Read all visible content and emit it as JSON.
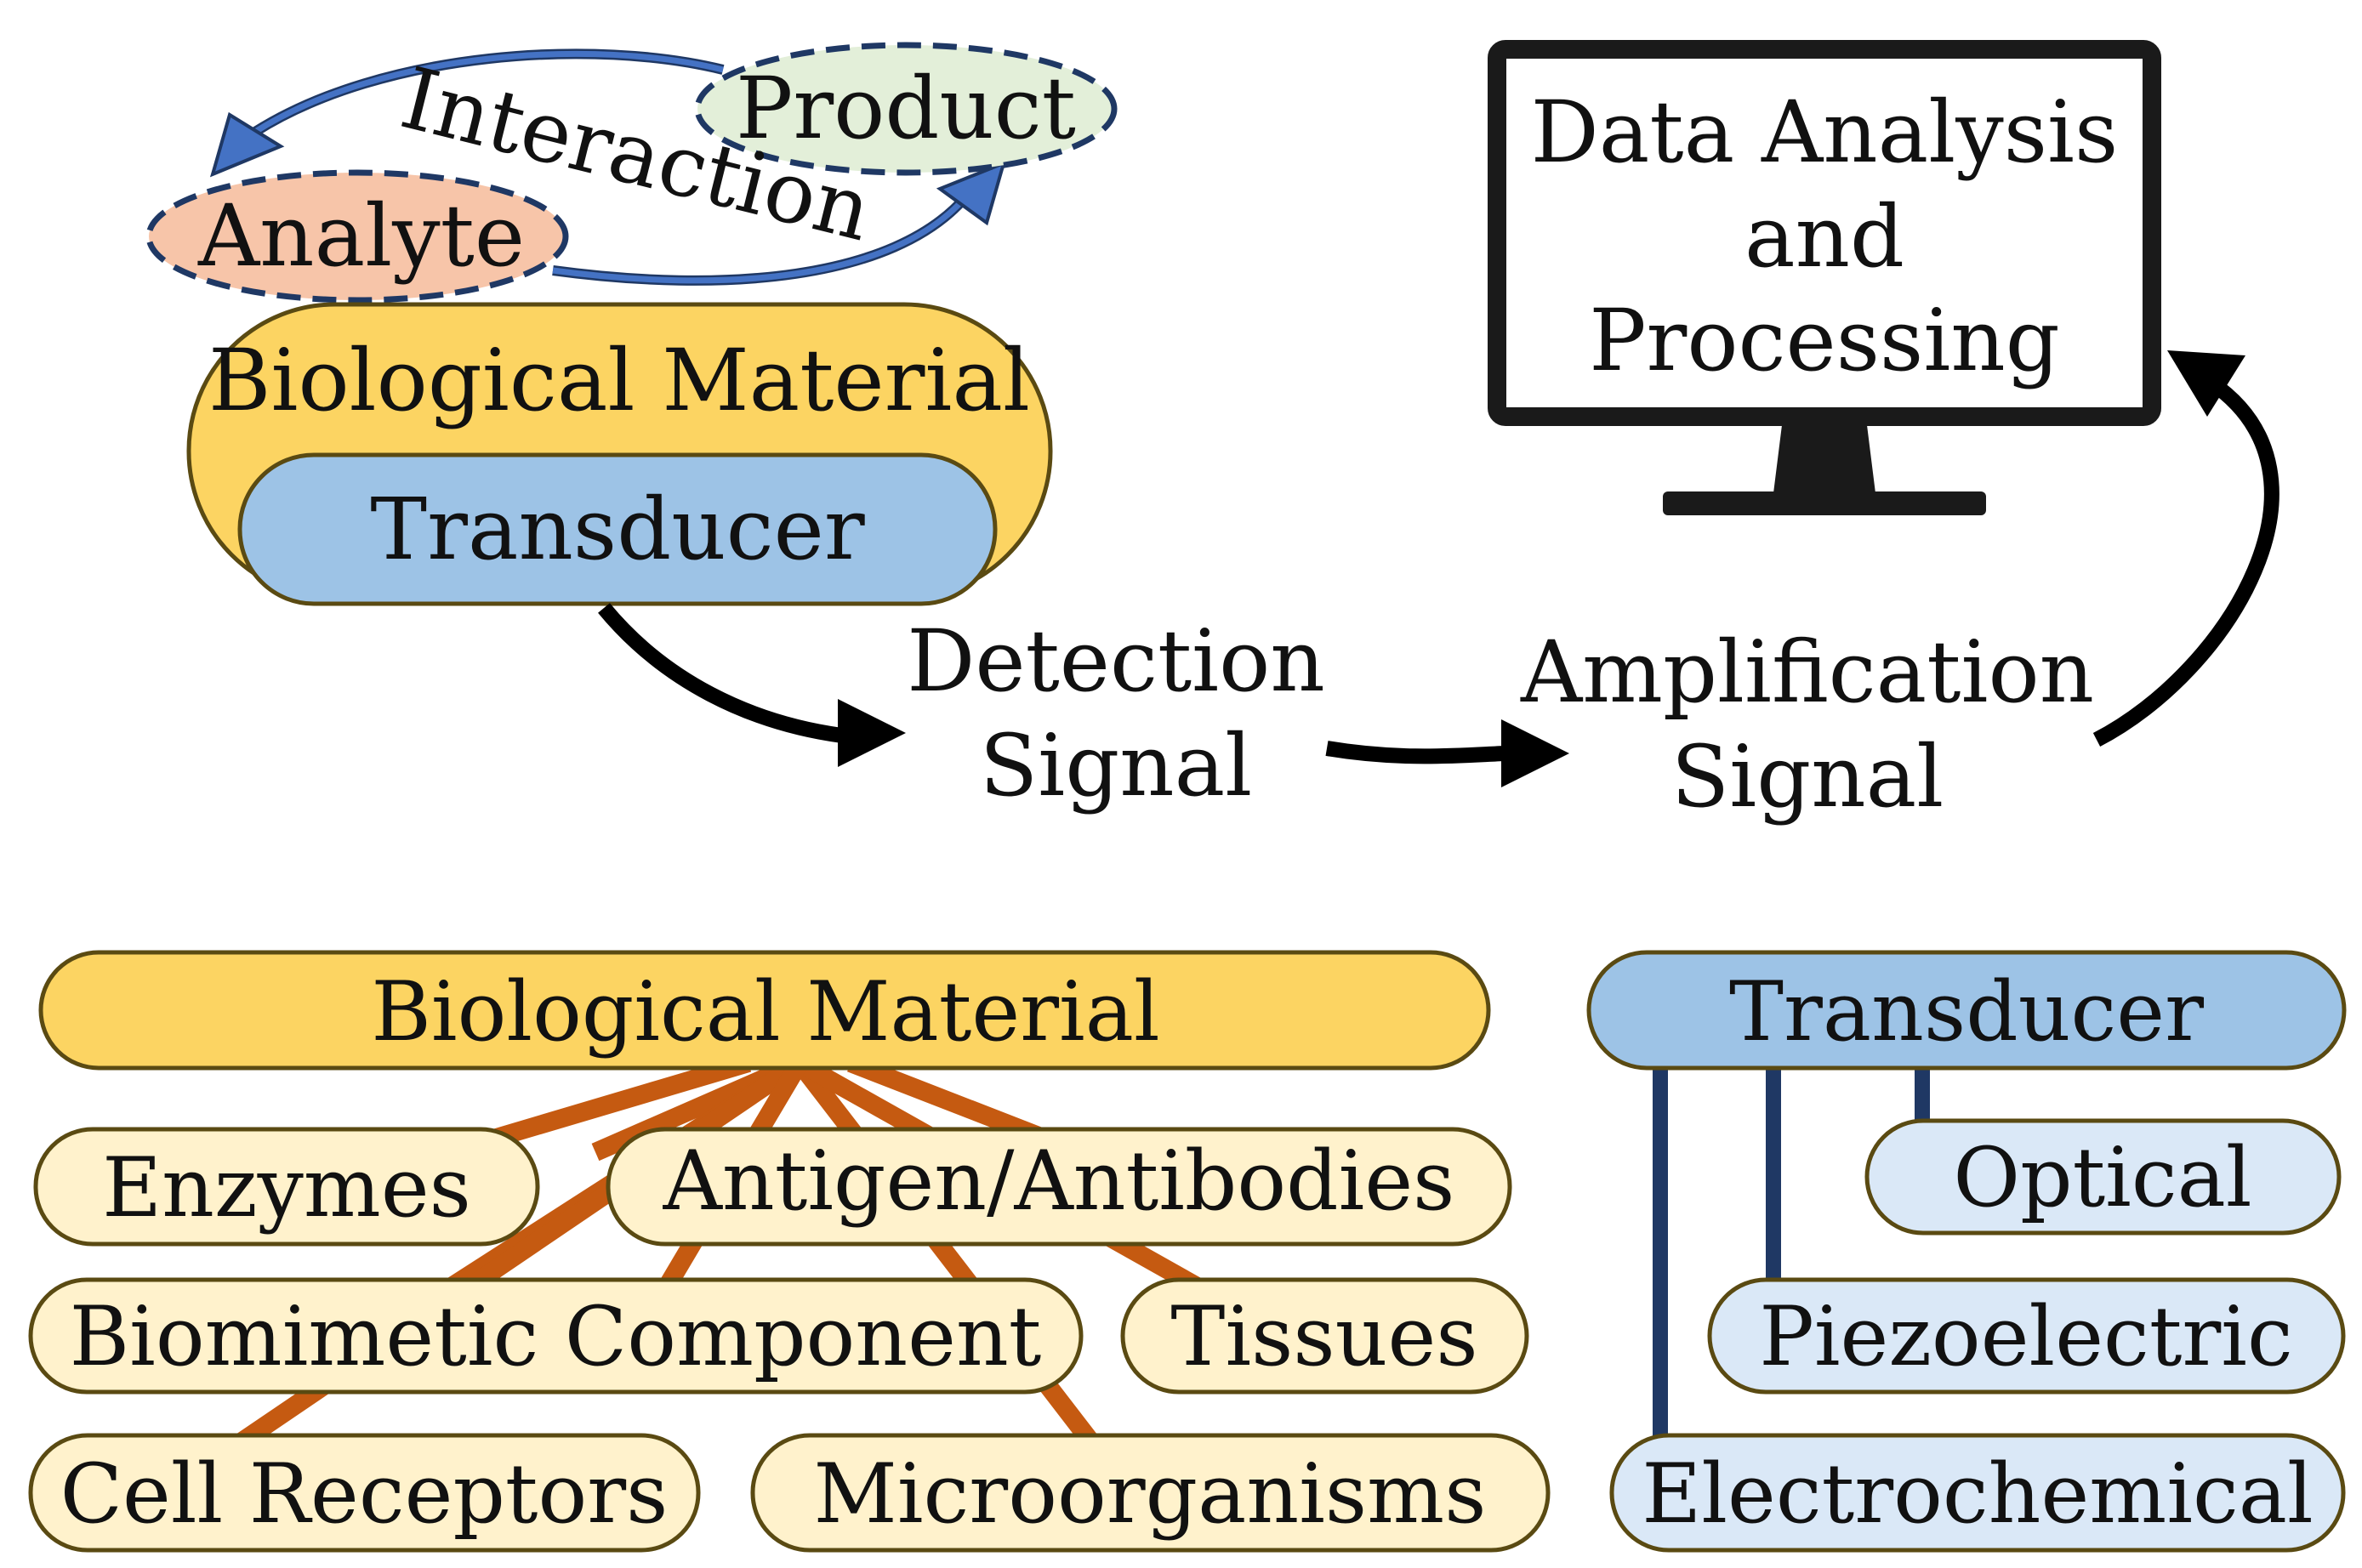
{
  "top": {
    "analyte": "Analyte",
    "product": "Product",
    "interaction": "Interaction",
    "biological_material": "Biological Material",
    "transducer": "Transducer",
    "detection_signal": [
      "Detection",
      "Signal"
    ],
    "amplification_signal": [
      "Amplification",
      "Signal"
    ],
    "computer_text": [
      "Data Analysis",
      "and",
      "Processing"
    ]
  },
  "bottom": {
    "biological_material": {
      "title": "Biological Material",
      "items": [
        "Enzymes",
        "Antigen/Antibodies",
        "Biomimetic Component",
        "Tissues",
        "Cell Receptors",
        "Microorganisms"
      ]
    },
    "transducer": {
      "title": "Transducer",
      "items": [
        "Optical",
        "Piezoelectric",
        "Electrochemical"
      ]
    }
  },
  "colors": {
    "biological_fill": "#fcd462",
    "biological_item_fill": "#fff2cc",
    "transducer_fill": "#9dc3e6",
    "transducer_item_fill": "#dae8f7",
    "analyte_fill": "#f7c5a9",
    "product_fill": "#e3efd9",
    "orange_connector": "#c55a11",
    "navy_connector": "#1f3864",
    "blue_arrow": "#4472c4",
    "dashed_border": "#1f3864",
    "outline": "#5a4a12"
  }
}
